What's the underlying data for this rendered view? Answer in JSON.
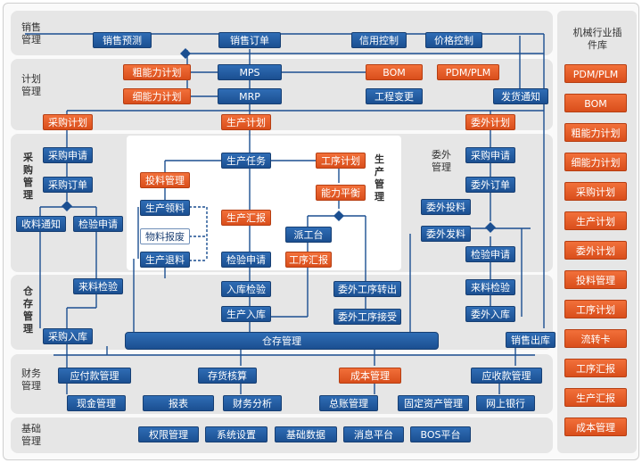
{
  "sections": {
    "sales": "销售管理",
    "plan": "计划管理",
    "purchase": "采购管理",
    "production": "生产管理",
    "outsource": "委外管理",
    "warehouse": "仓存管理",
    "finance": "财务管理",
    "base": "基础管理"
  },
  "sales": {
    "forecast": "销售预测",
    "order": "销售订单",
    "credit": "信用控制",
    "price": "价格控制"
  },
  "plan": {
    "rough": "粗能力计划",
    "mps": "MPS",
    "bom": "BOM",
    "pdm": "PDM/PLM",
    "fine": "细能力计划",
    "mrp": "MRP",
    "change": "工程变更",
    "ship": "发货通知",
    "purchase_plan": "采购计划",
    "production_plan": "生产计划",
    "outsource_plan": "委外计划"
  },
  "purchase": {
    "request": "采购申请",
    "order": "采购订单",
    "receive_notice": "收料通知",
    "inspect_request": "检验申请",
    "incoming_inspect": "来料检验",
    "inbound": "采购入库"
  },
  "production": {
    "task": "生产任务",
    "feed": "投料管理",
    "pick": "生产领料",
    "scrap": "物料报废",
    "return": "生产退料",
    "report": "生产汇报",
    "inspect_request": "检验申请",
    "inbound_inspect": "入库检验",
    "inbound": "生产入库",
    "process_plan": "工序计划",
    "balance": "能力平衡",
    "dispatch": "派工台",
    "process_report": "工序汇报",
    "out_transfer": "委外工序转出",
    "out_receive": "委外工序接受"
  },
  "outsource": {
    "request": "采购申请",
    "order": "委外订单",
    "feed": "委外投料",
    "issue": "委外发料",
    "inspect_request": "检验申请",
    "incoming_inspect": "来料检验",
    "inbound": "委外入库"
  },
  "warehouse": {
    "main": "仓存管理",
    "sales_out": "销售出库"
  },
  "finance": {
    "ap": "应付款管理",
    "cash": "现金管理",
    "report": "报表",
    "inventory": "存货核算",
    "analysis": "财务分析",
    "cost": "成本管理",
    "gl": "总账管理",
    "asset": "固定资产管理",
    "ar": "应收款管理",
    "bank": "网上银行"
  },
  "base": {
    "perm": "权限管理",
    "sys": "系统设置",
    "data": "基础数据",
    "msg": "消息平台",
    "bos": "BOS平台"
  },
  "plugins": {
    "title": "机械行业插件库",
    "items": [
      "PDM/PLM",
      "BOM",
      "粗能力计划",
      "细能力计划",
      "采购计划",
      "生产计划",
      "委外计划",
      "投料管理",
      "工序计划",
      "流转卡",
      "工序汇报",
      "生产汇报",
      "成本管理"
    ]
  }
}
